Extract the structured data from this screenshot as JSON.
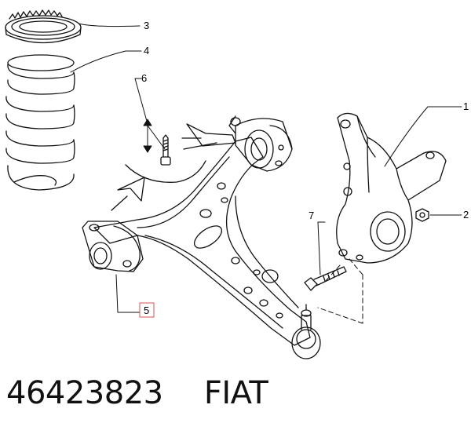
{
  "callouts": {
    "c1": "1",
    "c2": "2",
    "c3": "3",
    "c4": "4",
    "c5": "5",
    "c6": "6",
    "c7": "7"
  },
  "footer": {
    "part_number": "46423823",
    "brand": "FIAT"
  },
  "colors": {
    "line": "#111111",
    "highlight_box": "#d9534f"
  }
}
